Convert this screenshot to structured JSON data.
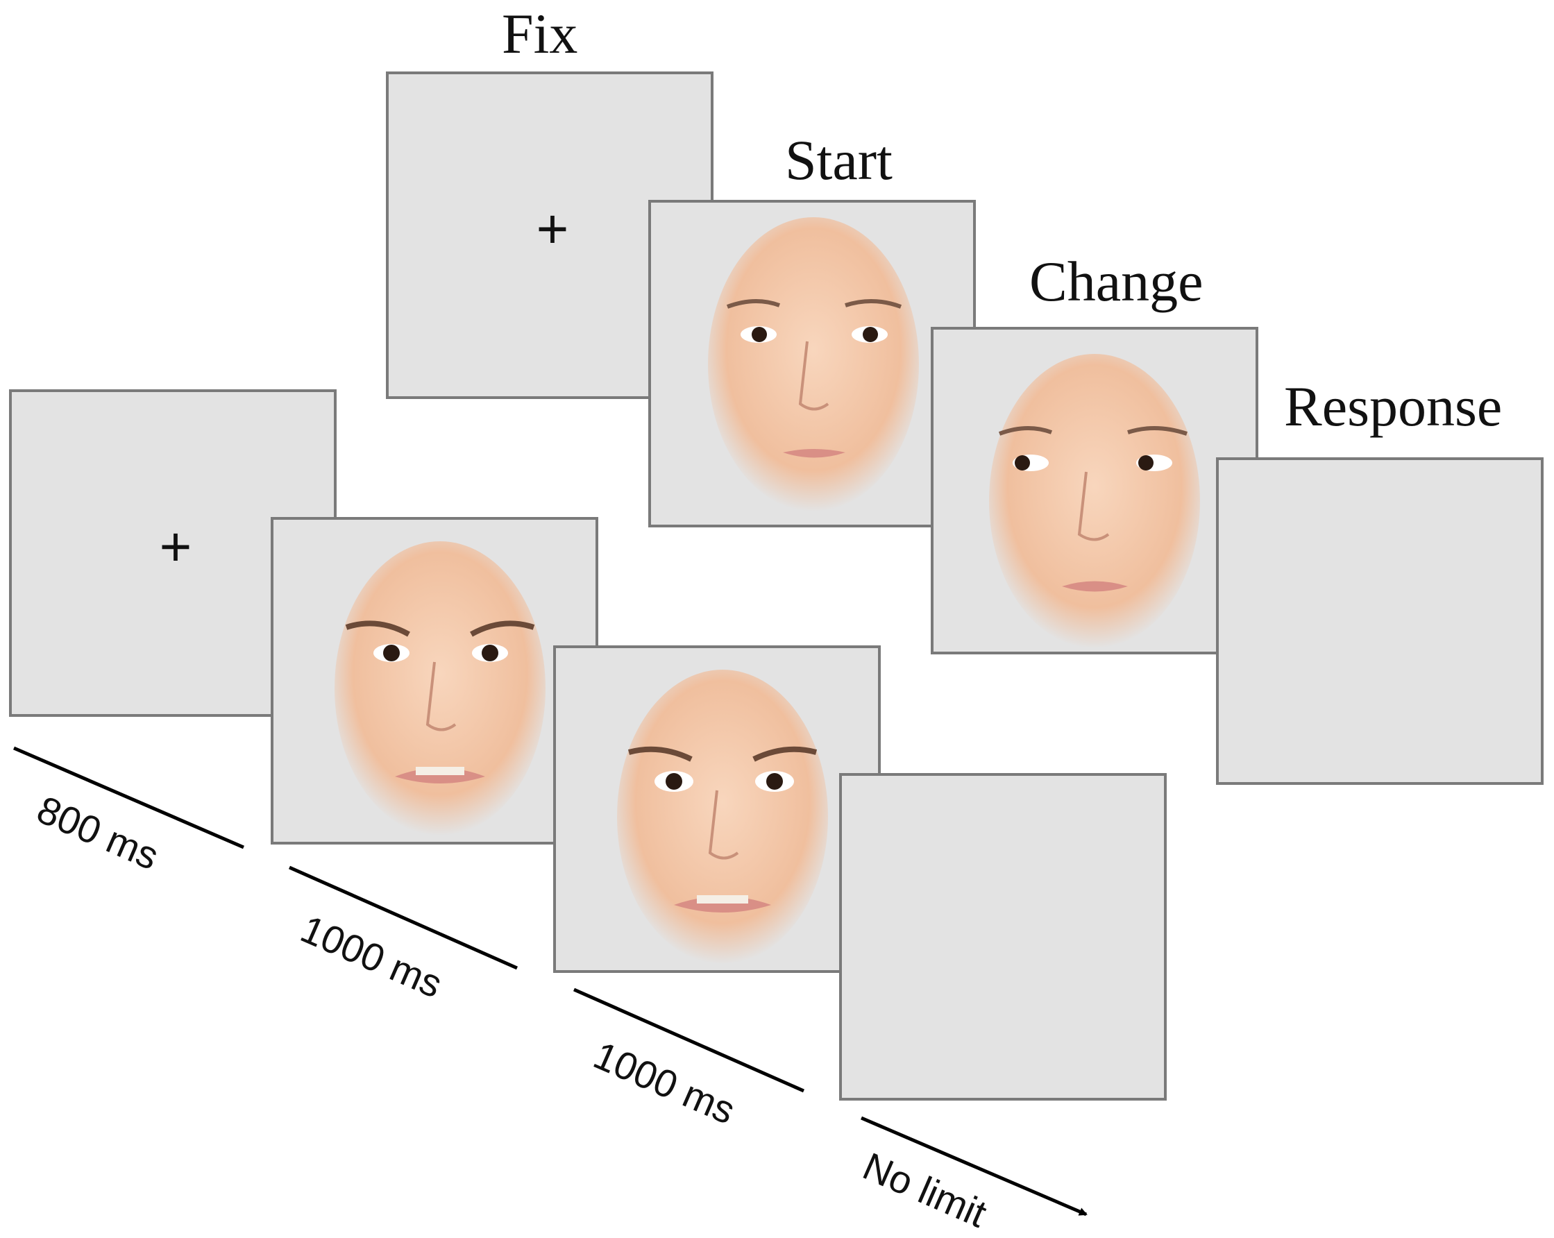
{
  "sequence_titles": {
    "fix": "Fix",
    "start": "Start",
    "change": "Change",
    "response": "Response"
  },
  "fixation_symbol": "+",
  "durations": {
    "fixation": "800 ms",
    "start_face": "1000 ms",
    "change_face": "1000 ms",
    "response": "No limit"
  },
  "colors": {
    "screen_bg": "#e3e3e3",
    "screen_border": "#7a7a7a",
    "skin": "#f3c7a8",
    "text": "#111111"
  },
  "icons": {
    "fixation": "plus-icon",
    "timeline_arrow": "arrow-right-icon"
  }
}
